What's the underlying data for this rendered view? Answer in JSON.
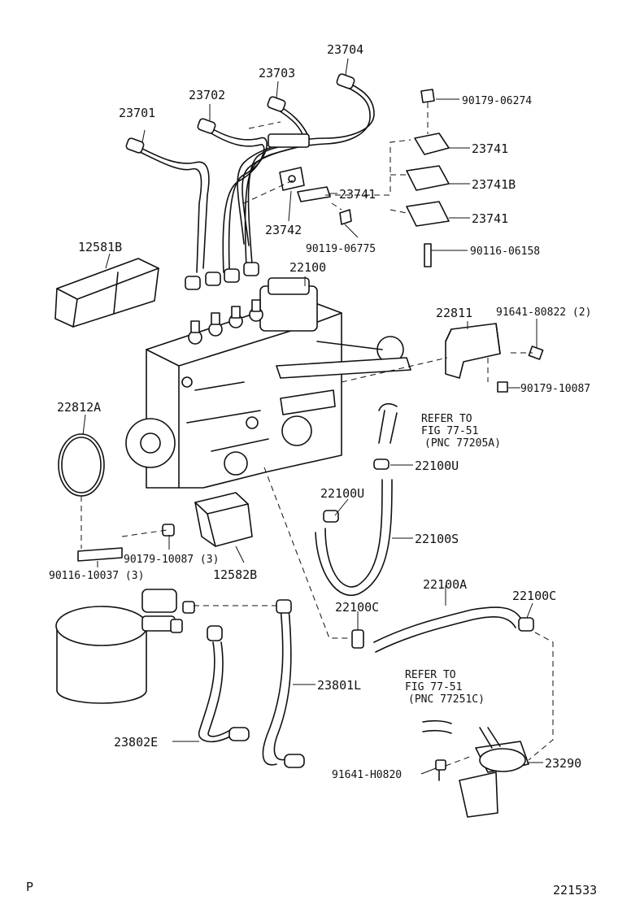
{
  "labels": {
    "p23704": "23704",
    "p23703": "23703",
    "p23702": "23702",
    "p23701": "23701",
    "p90179_06274": "90179-06274",
    "p23741_a": "23741",
    "p23741_b": "23741",
    "p23741B": "23741B",
    "p23741_c": "23741",
    "p23742": "23742",
    "p90119_06775": "90119-06775",
    "p90116_06158": "90116-06158",
    "p12581B": "12581B",
    "p22100": "22100",
    "p22811": "22811",
    "p91641_80822": "91641-80822 (2)",
    "p90179_10087": "90179-10087",
    "p22812A": "22812A",
    "p22100U_a": "22100U",
    "p22100U_b": "22100U",
    "p22100S": "22100S",
    "p90179_10087_3": "90179-10087 (3)",
    "p90116_10037": "90116-10037 (3)",
    "p12582B": "12582B",
    "p22100A": "22100A",
    "p22100C_a": "22100C",
    "p22100C_b": "22100C",
    "p23801L": "23801L",
    "p23802E": "23802E",
    "p91641_H0820": "91641-H0820",
    "p23290": "23290"
  },
  "refer_1": {
    "line1": "REFER TO",
    "line2": "FIG 77-51",
    "line3": "(PNC 77205A)"
  },
  "refer_2": {
    "line1": "REFER TO",
    "line2": "FIG 77-51",
    "line3": "(PNC 77251C)"
  },
  "footer": {
    "left": "P",
    "right": "221533"
  }
}
